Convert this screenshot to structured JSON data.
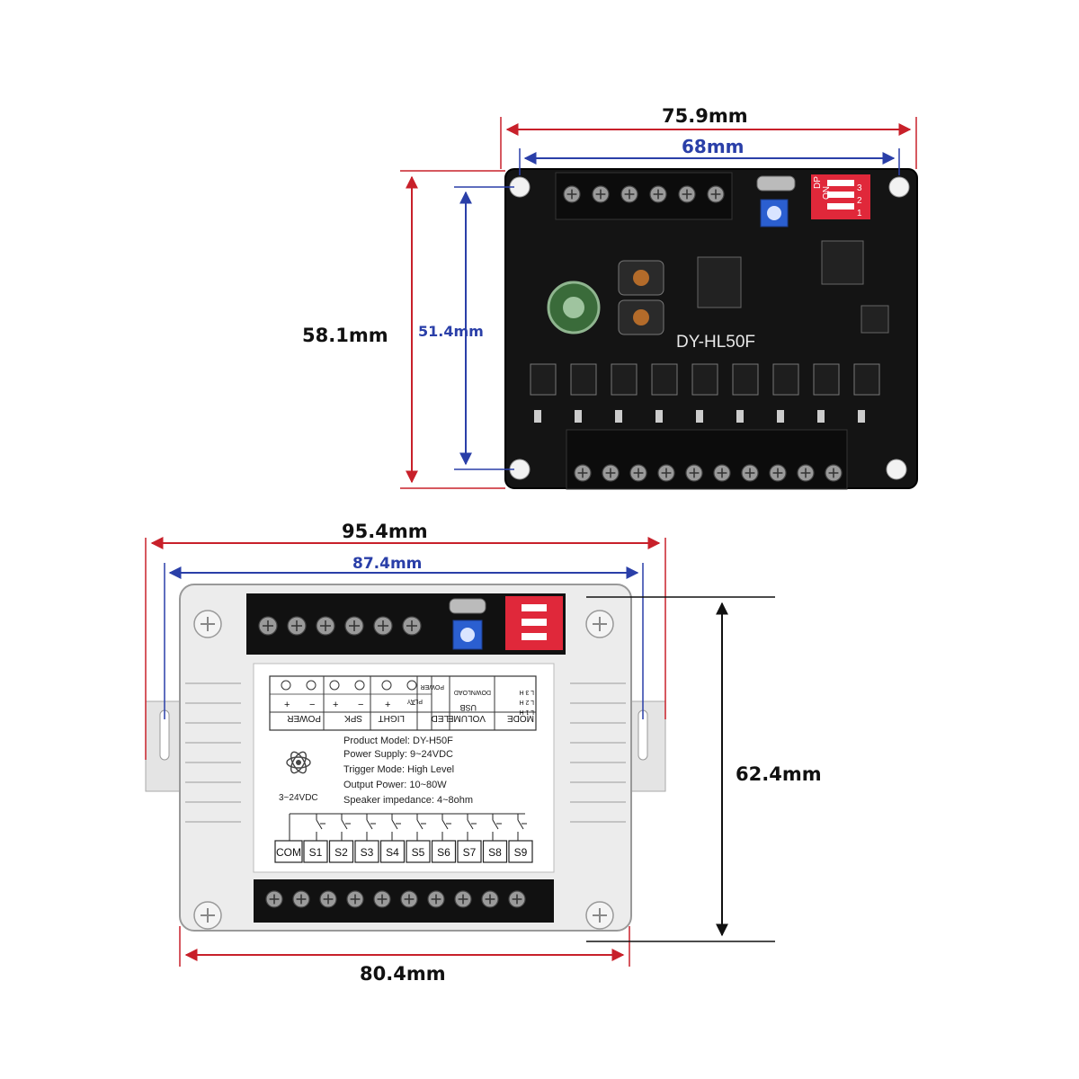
{
  "dimensions": {
    "board_overall_width": "75.9mm",
    "board_hole_spacing_width": "68mm",
    "board_overall_height": "58.1mm",
    "board_hole_spacing_height": "51.4mm",
    "case_overall_width": "95.4mm",
    "case_hole_spacing_width": "87.4mm",
    "case_body_width": "80.4mm",
    "case_height": "62.4mm"
  },
  "board": {
    "model_label": "DY-HL50F",
    "dip_on": "ON",
    "dip_dp": "DP",
    "dip_numbers": [
      "1",
      "2",
      "3"
    ]
  },
  "label_panel": {
    "top_headers": [
      "POWER",
      "SPK",
      "LIGHT",
      "LED",
      "VOLUME",
      "MODE"
    ],
    "sub_marks": [
      "+",
      "−",
      "+",
      "−",
      "+",
      "−"
    ],
    "play_text": "PLAY",
    "power_text": "POWER",
    "usb_text": "USB",
    "download_text": "DOWNLOAD",
    "mode_rows": [
      "L 1 H",
      "L 2 H",
      "L 3 H"
    ],
    "spec_lines": [
      "Product Model: DY-H50F",
      "Power Supply: 9~24VDC",
      "Trigger Mode: High Level",
      "Output Power: 10~80W",
      "Speaker impedance: 4~8ohm"
    ],
    "voltage_label": "3~24VDC",
    "terminals": [
      "COM",
      "S1",
      "S2",
      "S3",
      "S4",
      "S5",
      "S6",
      "S7",
      "S8",
      "S9"
    ]
  },
  "colors": {
    "dimension_red": "#c8202a",
    "dimension_blue": "#2a3fa8",
    "pcb_black": "#111111",
    "case_white": "#ececec",
    "dip_red": "#e0283a",
    "pot_blue": "#2b5fd0"
  }
}
